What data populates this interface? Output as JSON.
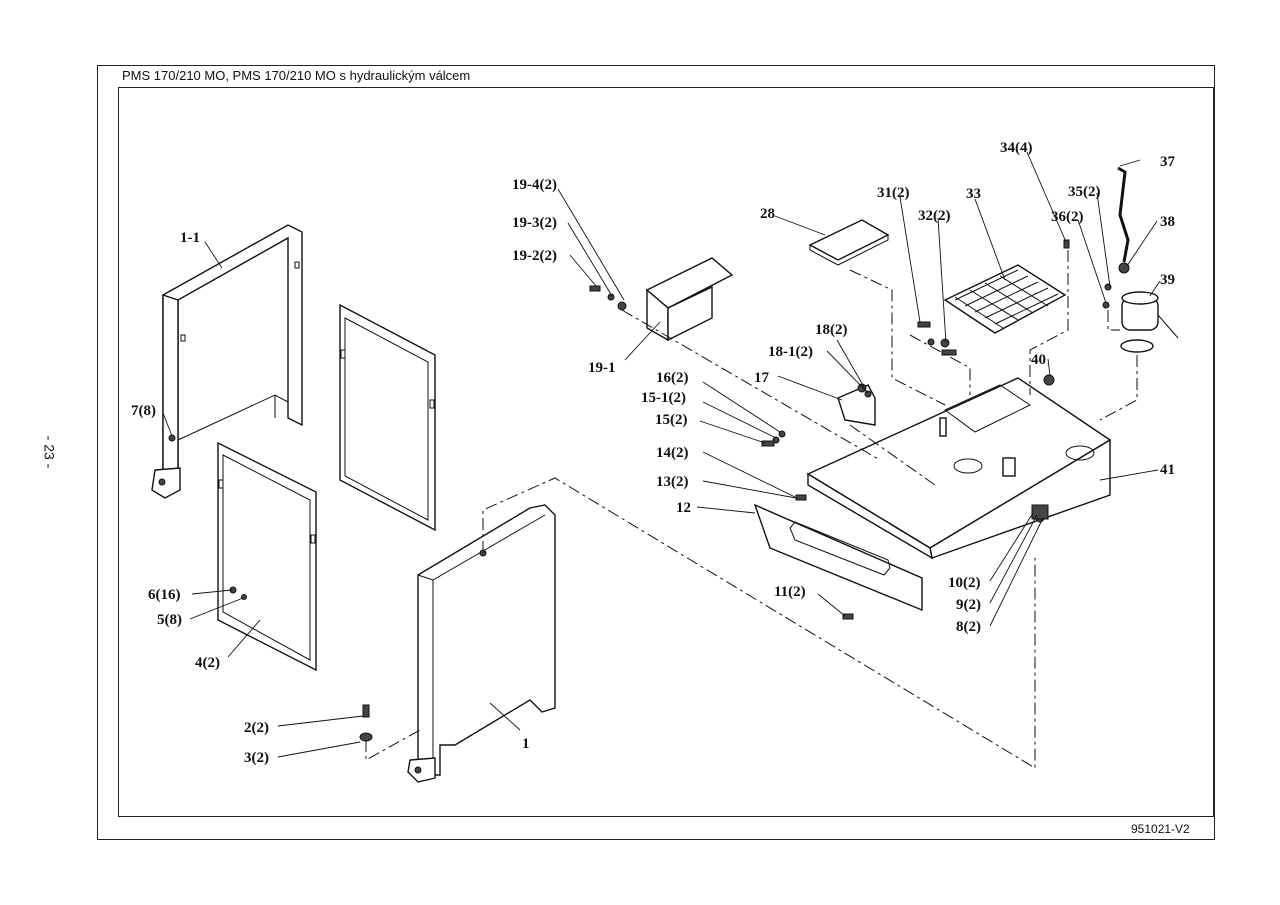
{
  "sheet": {
    "title": "PMS 170/210 MO, PMS 170/210 MO s hydraulickým válcem",
    "drawing_number": "951021-V2",
    "page_number": "- 23 -"
  },
  "callouts": {
    "c1_1": "1-1",
    "c7_8": "7(8)",
    "c6_16": "6(16)",
    "c5_8": "5(8)",
    "c4_2": "4(2)",
    "c2_2": "2(2)",
    "c3_2": "3(2)",
    "c1": "1",
    "c19_4": "19-4(2)",
    "c19_3": "19-3(2)",
    "c19_2": "19-2(2)",
    "c19_1": "19-1",
    "c28": "28",
    "c31": "31(2)",
    "c32": "32(2)",
    "c33": "33",
    "c34": "34(4)",
    "c35": "35(2)",
    "c36": "36(2)",
    "c37": "37",
    "c38": "38",
    "c39": "39",
    "c40": "40",
    "c41": "41",
    "c18": "18(2)",
    "c18_1": "18-1(2)",
    "c17": "17",
    "c16": "16(2)",
    "c15_1": "15-1(2)",
    "c15": "15(2)",
    "c14": "14(2)",
    "c13": "13(2)",
    "c12": "12",
    "c11": "11(2)",
    "c10": "10(2)",
    "c9": "9(2)",
    "c8": "8(2)"
  }
}
